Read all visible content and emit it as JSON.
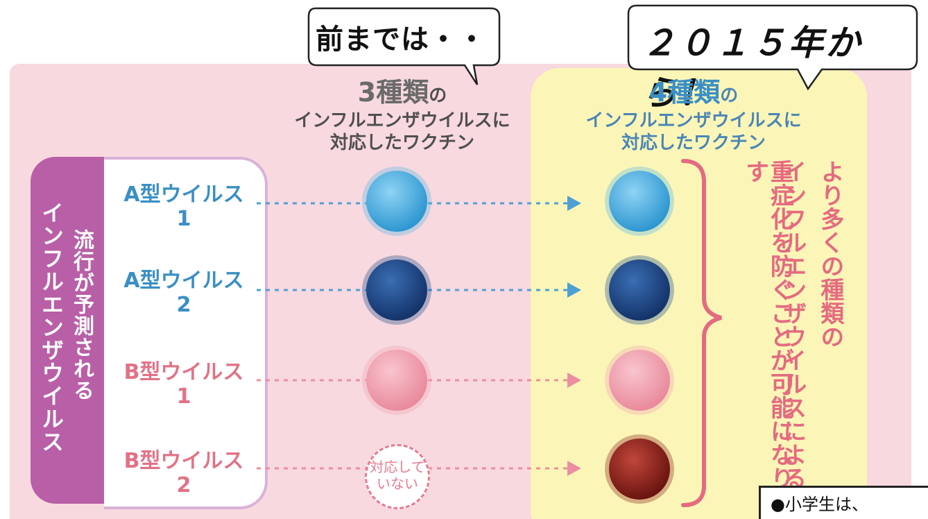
{
  "bubbles": {
    "left": "前までは・・",
    "right": "２０１５年から！"
  },
  "columns": {
    "left": {
      "count": "3種類",
      "suffix": "の",
      "line1": "インフルエンザウイルスに",
      "line2": "対応したワクチン"
    },
    "right": {
      "count": "4種類",
      "suffix": "の",
      "line1": "インフルエンザウイルスに",
      "line2": "対応したワクチン"
    }
  },
  "side_tab": {
    "outer": "インフルエンザウイルス",
    "inner": "流行が予測される"
  },
  "strains": [
    {
      "name": "A型ウイルス",
      "num": "1"
    },
    {
      "name": "A型ウイルス",
      "num": "2"
    },
    {
      "name": "B型ウイルス",
      "num": "1"
    },
    {
      "name": "B型ウイルス",
      "num": "2"
    }
  ],
  "not_supported": {
    "line1": "対応して",
    "line2": "いない"
  },
  "brace_text": {
    "col1": "より多くの種類の",
    "col2": "インフルエンザウイルスによる",
    "col3": "重症化を防ぐことが可能になります"
  },
  "note": "●小学生は、",
  "colors": {
    "pink_bg": "#f8d9df",
    "yellow_panel": "#fbf6b8",
    "purple_tab": "#b85fa7",
    "blue_text": "#3a8fc4",
    "pink_text": "#e27287"
  }
}
